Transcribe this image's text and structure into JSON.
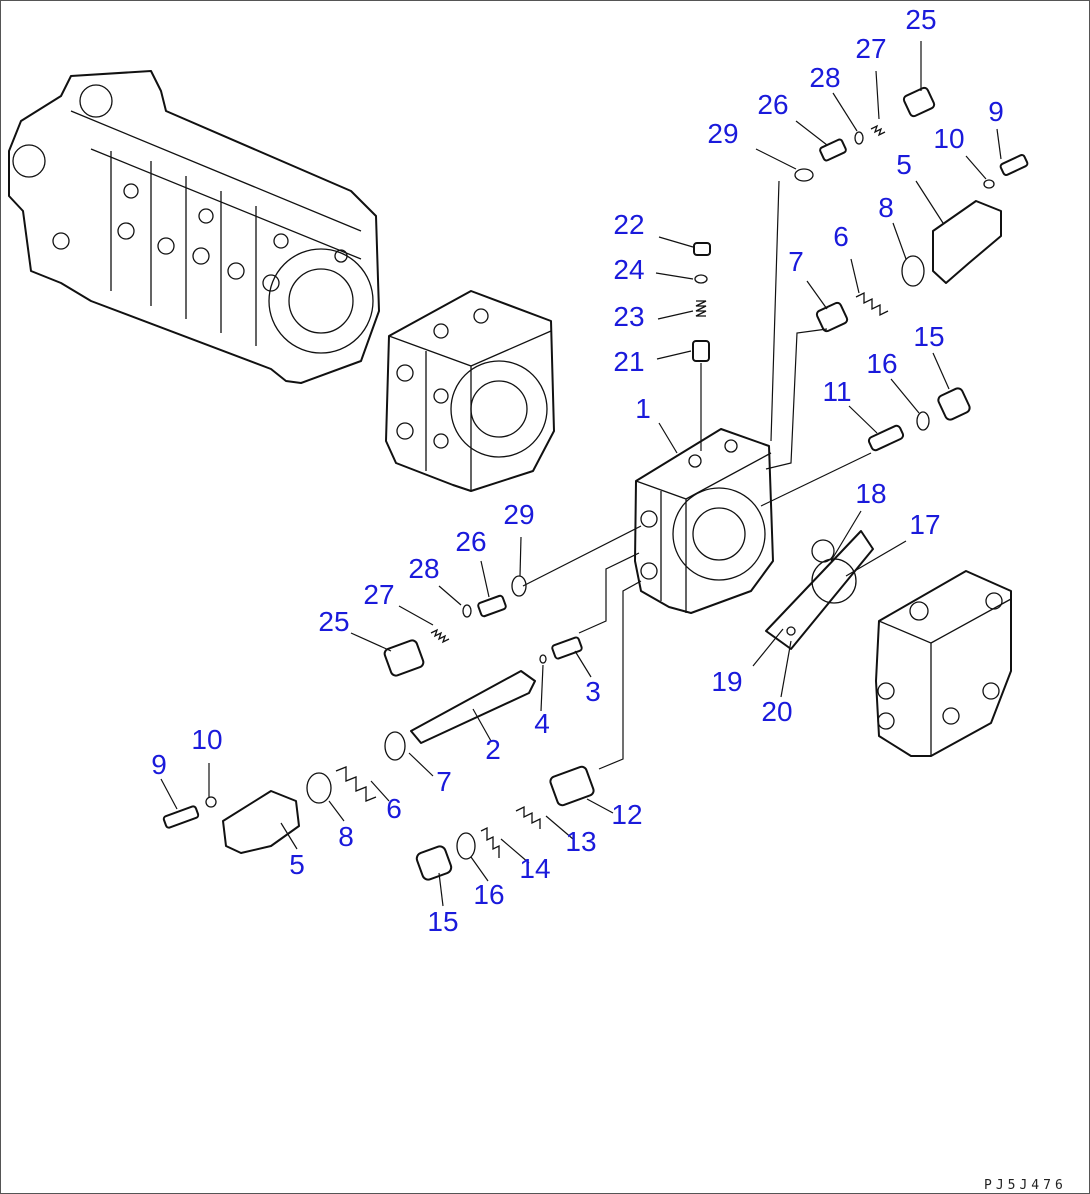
{
  "drawing": {
    "reference": "PJ5J476",
    "labels": [
      {
        "id": "l25a",
        "text": "25"
      },
      {
        "id": "l27a",
        "text": "27"
      },
      {
        "id": "l28a",
        "text": "28"
      },
      {
        "id": "l26a",
        "text": "26"
      },
      {
        "id": "l29a",
        "text": "29"
      },
      {
        "id": "l9a",
        "text": "9"
      },
      {
        "id": "l10a",
        "text": "10"
      },
      {
        "id": "l5a",
        "text": "5"
      },
      {
        "id": "l8a",
        "text": "8"
      },
      {
        "id": "l6a",
        "text": "6"
      },
      {
        "id": "l7a",
        "text": "7"
      },
      {
        "id": "l22",
        "text": "22"
      },
      {
        "id": "l24",
        "text": "24"
      },
      {
        "id": "l23",
        "text": "23"
      },
      {
        "id": "l21",
        "text": "21"
      },
      {
        "id": "l15a",
        "text": "15"
      },
      {
        "id": "l16a",
        "text": "16"
      },
      {
        "id": "l11",
        "text": "11"
      },
      {
        "id": "l1",
        "text": "1"
      },
      {
        "id": "l18",
        "text": "18"
      },
      {
        "id": "l17",
        "text": "17"
      },
      {
        "id": "l29b",
        "text": "29"
      },
      {
        "id": "l26b",
        "text": "26"
      },
      {
        "id": "l28b",
        "text": "28"
      },
      {
        "id": "l27b",
        "text": "27"
      },
      {
        "id": "l25b",
        "text": "25"
      },
      {
        "id": "l3",
        "text": "3"
      },
      {
        "id": "l4",
        "text": "4"
      },
      {
        "id": "l2",
        "text": "2"
      },
      {
        "id": "l19",
        "text": "19"
      },
      {
        "id": "l20",
        "text": "20"
      },
      {
        "id": "l9b",
        "text": "9"
      },
      {
        "id": "l10b",
        "text": "10"
      },
      {
        "id": "l7b",
        "text": "7"
      },
      {
        "id": "l6b",
        "text": "6"
      },
      {
        "id": "l8b",
        "text": "8"
      },
      {
        "id": "l5b",
        "text": "5"
      },
      {
        "id": "l12",
        "text": "12"
      },
      {
        "id": "l13",
        "text": "13"
      },
      {
        "id": "l14",
        "text": "14"
      },
      {
        "id": "l16b",
        "text": "16"
      },
      {
        "id": "l15b",
        "text": "15"
      }
    ]
  }
}
